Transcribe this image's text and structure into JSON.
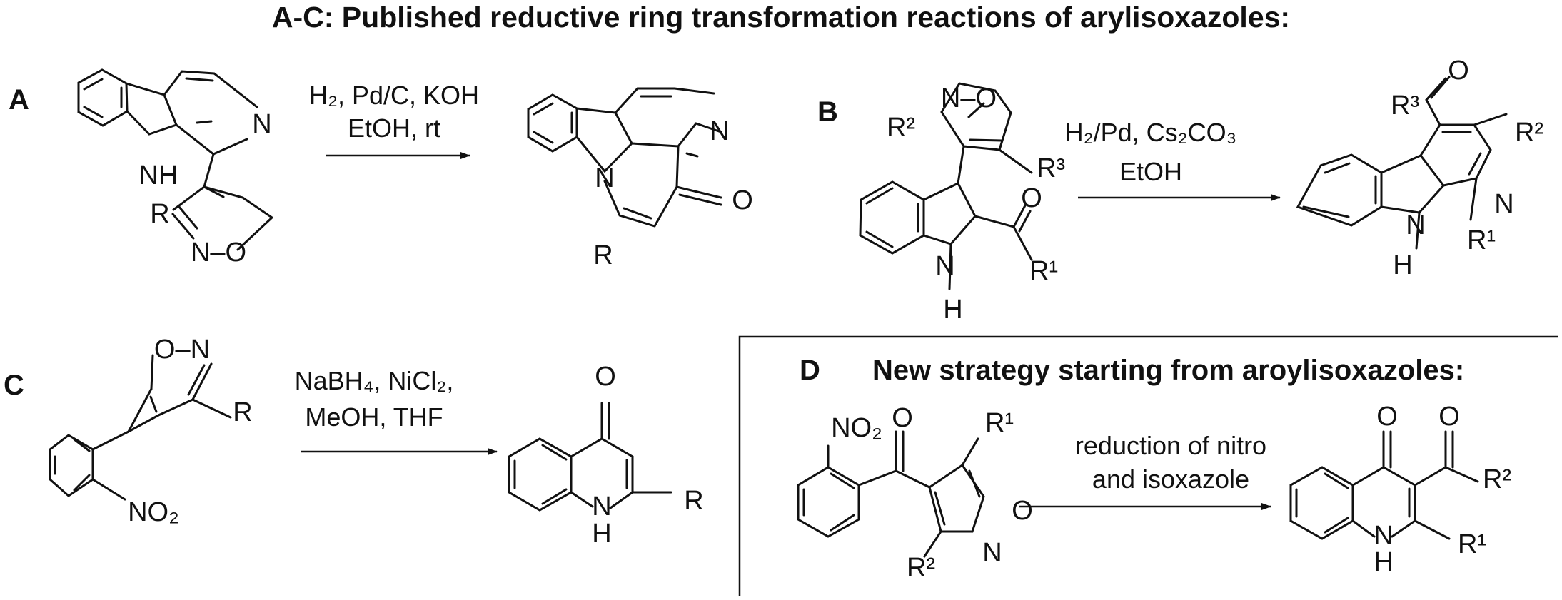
{
  "title": "A-C: Published reductive ring transformation reactions of arylisoxazoles:",
  "sections": {
    "A": {
      "label": "A",
      "conditions": [
        "H₂, Pd/C, KOH",
        "EtOH, rt"
      ],
      "start_atoms": [
        "N",
        "NH",
        "R",
        "N–O"
      ],
      "product_atoms": [
        "N",
        "N",
        "R",
        "O"
      ]
    },
    "B": {
      "label": "B",
      "conditions": [
        "H₂/Pd, Cs₂CO₃",
        "EtOH"
      ],
      "start_atoms": [
        "N–O",
        "R²",
        "R³",
        "O",
        "N",
        "H",
        "R¹"
      ],
      "product_atoms": [
        "R³",
        "O",
        "R²",
        "N",
        "N",
        "H",
        "R¹"
      ]
    },
    "C": {
      "label": "C",
      "conditions": [
        "NaBH₄, NiCl₂,",
        "MeOH, THF"
      ],
      "start_atoms": [
        "O–N",
        "R",
        "NO₂"
      ],
      "product_atoms": [
        "O",
        "N",
        "H",
        "R"
      ]
    },
    "D": {
      "label": "D",
      "title": "New strategy starting from aroylisoxazoles:",
      "conditions": [
        "reduction of nitro",
        "and isoxazole"
      ],
      "start_atoms": [
        "NO₂",
        "O",
        "R¹",
        "O",
        "N",
        "R²"
      ],
      "product_atoms": [
        "O",
        "O",
        "R²",
        "N",
        "H",
        "R¹"
      ]
    }
  }
}
